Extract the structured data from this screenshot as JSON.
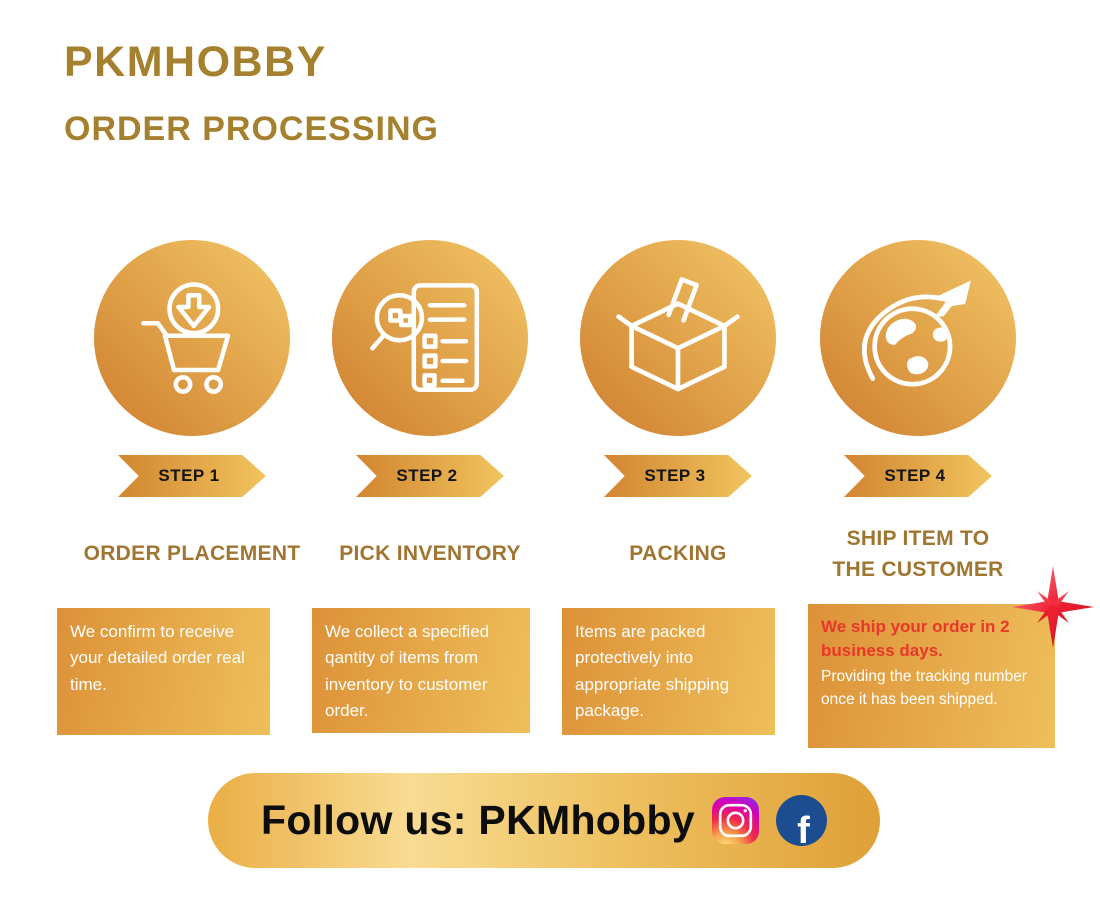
{
  "header": {
    "brand": "PKMHOBBY",
    "title": "ORDER PROCESSING"
  },
  "steps": [
    {
      "badge": "STEP 1",
      "title": "ORDER PLACEMENT",
      "description": "We confirm to receive your detailed order real time.",
      "icon": "cart-download-icon"
    },
    {
      "badge": "STEP 2",
      "title": "PICK INVENTORY",
      "description": "We collect a specified qantity of items from inventory to customer order.",
      "icon": "pick-inventory-icon"
    },
    {
      "badge": "STEP 3",
      "title": "PACKING",
      "description": "Items are packed protectively into appropriate shipping package.",
      "icon": "packing-box-icon"
    },
    {
      "badge": "STEP 4",
      "title": "SHIP ITEM TO THE CUSTOMER",
      "highlight": "We ship your order in 2 business days.",
      "description": "Providing the tracking number once it has been shipped.",
      "icon": "globe-plane-icon"
    }
  ],
  "footer": {
    "label": "Follow us: PKMhobby",
    "facebook_glyph": "f",
    "social": [
      "instagram-icon",
      "facebook-icon"
    ]
  },
  "colors": {
    "brand_gold": "#a5802e",
    "gradient_dark": "#cf7e2e",
    "gradient_light": "#f2c766",
    "highlight_red": "#e8372b",
    "facebook_blue": "#1d4d91"
  }
}
